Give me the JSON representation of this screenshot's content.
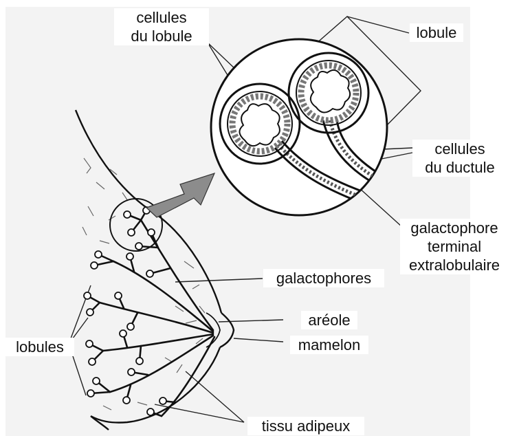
{
  "labels": {
    "cellules_du_lobule": "cellules\ndu lobule",
    "lobule": "lobule",
    "cellules_du_ductule": "cellules\ndu ductule",
    "galactophore_terminal": "galactophore\nterminal\nextralobulaire",
    "galactophores": "galactophores",
    "areole": "aréole",
    "mamelon": "mamelon",
    "lobules": "lobules",
    "tissu_adipeux": "tissu adipeux"
  },
  "colors": {
    "background_panel": "#f3f3f3",
    "label_background": "#ffffff",
    "line": "#111111",
    "arrow_fill": "#8c8c8c",
    "text": "#111111"
  }
}
